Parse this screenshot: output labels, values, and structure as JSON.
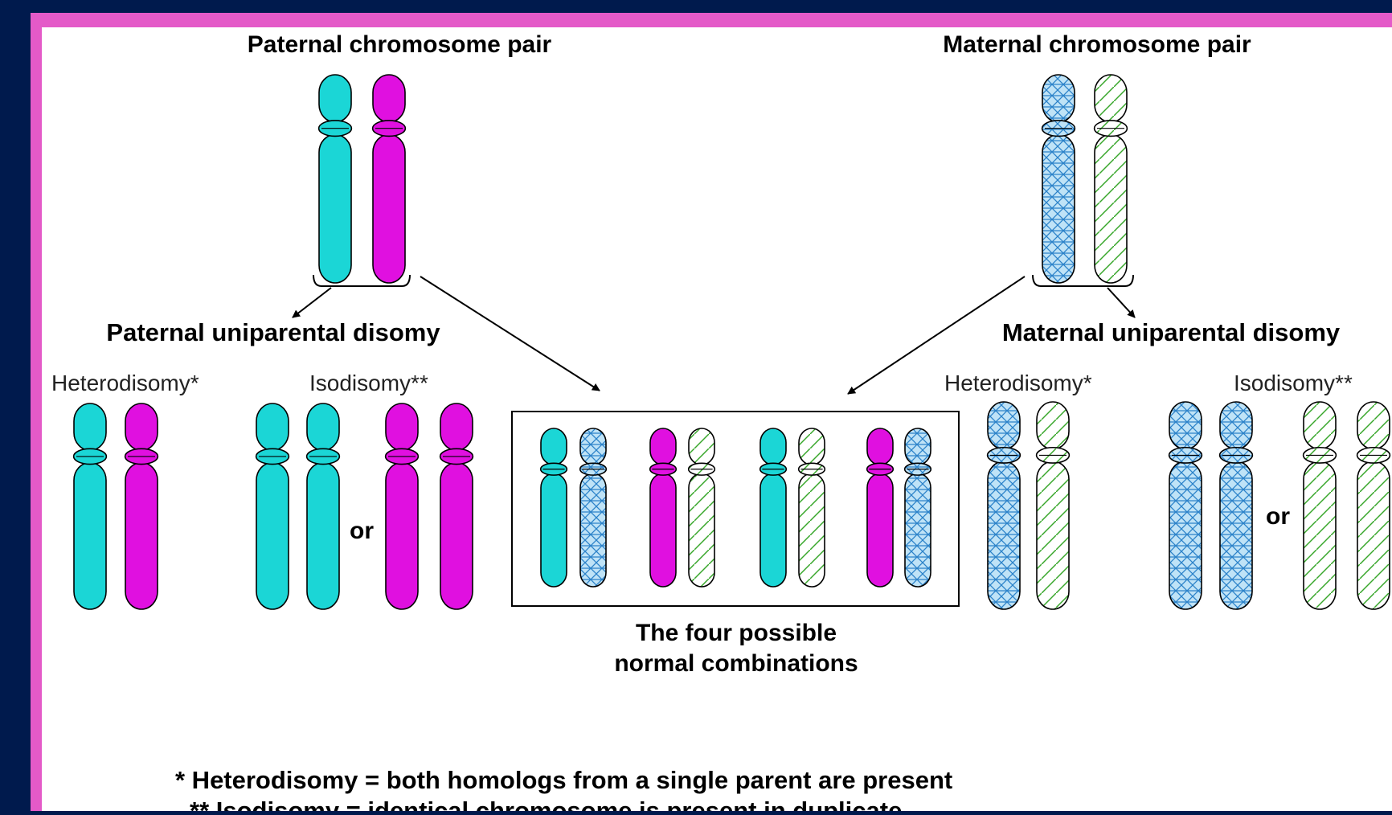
{
  "colors": {
    "background": "#001a4d",
    "frame": "#e45ac8",
    "panel": "#ffffff",
    "paternal_1": "#1bd6d6",
    "paternal_2": "#e010e0",
    "maternal_1_fill": "#bfe3f7",
    "maternal_1_pattern": "#2b82c9",
    "maternal_2_fill": "#ffffff",
    "maternal_2_pattern": "#37a62a"
  },
  "titles": {
    "paternal_pair": "Paternal chromosome pair",
    "maternal_pair": "Maternal chromosome pair",
    "paternal_upd": "Paternal uniparental disomy",
    "maternal_upd": "Maternal uniparental disomy"
  },
  "labels": {
    "heterodisomy_left": "Heterodisomy*",
    "isodisomy_left": "Isodisomy**",
    "heterodisomy_right": "Heterodisomy*",
    "isodisomy_right": "Isodisomy**",
    "or_left": "or",
    "or_right": "or"
  },
  "combinations_caption": {
    "line1": "The four possible",
    "line2": "normal combinations"
  },
  "footnotes": {
    "heterodisomy": "* Heterodisomy =  both homologs from a single parent are present",
    "isodisomy": "** Isodisomy = identical chromosome is present in duplicate"
  },
  "chromosome_types": {
    "paternal_1": "solid cyan chromosome",
    "paternal_2": "solid magenta chromosome",
    "maternal_1": "blue crosshatched chromosome",
    "maternal_2": "green striped chromosome"
  }
}
